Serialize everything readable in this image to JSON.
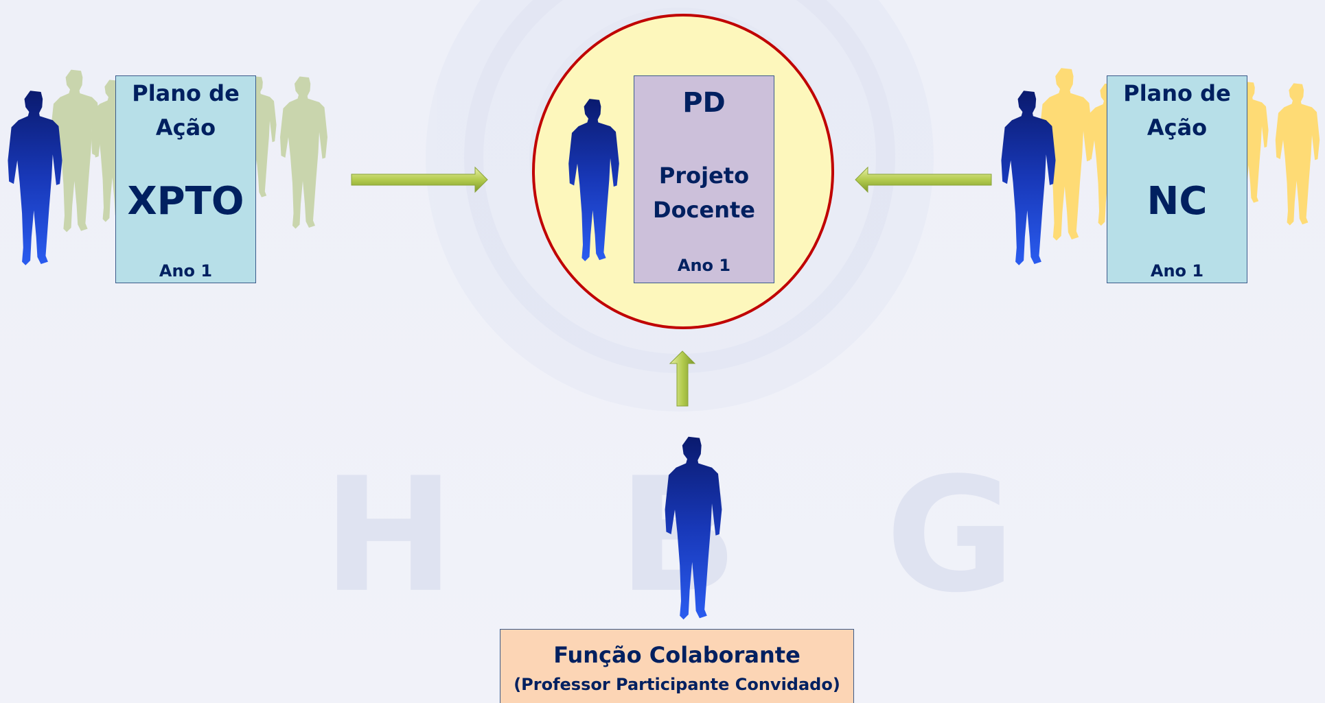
{
  "watermark": {
    "letters": [
      "H",
      "B",
      "G"
    ]
  },
  "left_box": {
    "line1": "Plano de",
    "line2": "Ação",
    "code": "XPTO",
    "year": "Ano 1"
  },
  "center_box": {
    "title": "PD",
    "line1": "Projeto",
    "line2": "Docente",
    "year": "Ano 1"
  },
  "right_box": {
    "line1": "Plano de",
    "line2": "Ação",
    "code": "NC",
    "year": "Ano 1"
  },
  "bottom_box": {
    "title": "Função Colaborante",
    "subtitle": "(Professor Participante Convidado)"
  },
  "colors": {
    "figure_blue": "#1a3ec8",
    "left_group": "#c5d3a5",
    "right_group": "#ffd966",
    "circle_fill": "#fdf7bc",
    "circle_border": "#c00000",
    "arrow": "#b9cf55",
    "text": "#002060"
  },
  "icons": [
    "person-silhouette-icon",
    "arrow-right-icon",
    "arrow-left-icon",
    "arrow-up-icon"
  ]
}
